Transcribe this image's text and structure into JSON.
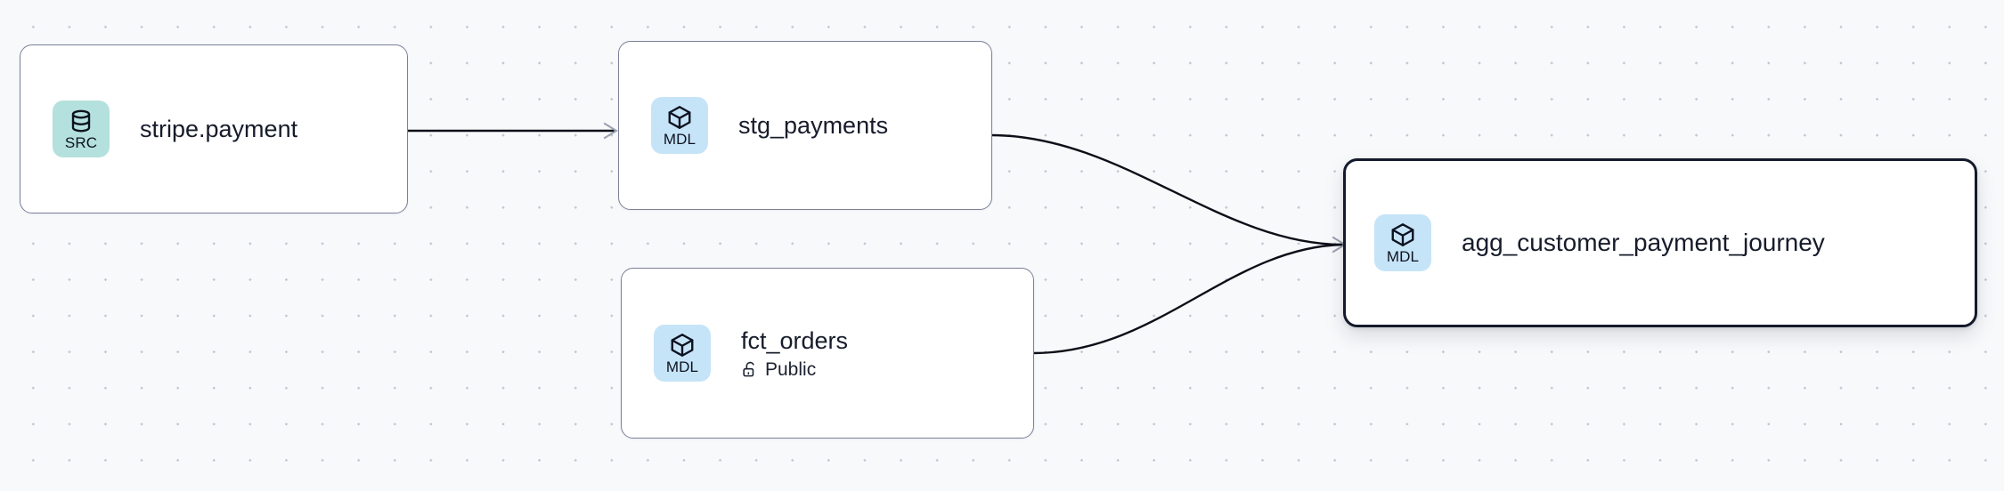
{
  "canvas": {
    "background_color": "#f7f9fb",
    "dot_color": "#c3c7d4",
    "edge_color": "#0d0f18",
    "arrow_color": "#9aa0ae"
  },
  "graph": {
    "type": "lineage-dag",
    "nodes": [
      {
        "id": "stripe_payment",
        "title": "stripe.payment",
        "badge_label": "SRC",
        "badge_icon": "database-icon",
        "badge_color": "#b4e1dd",
        "subtitle": null,
        "subtitle_icon": null,
        "selected": false
      },
      {
        "id": "stg_payments",
        "title": "stg_payments",
        "badge_label": "MDL",
        "badge_icon": "cube-icon",
        "badge_color": "#c6e4f8",
        "subtitle": null,
        "subtitle_icon": null,
        "selected": false
      },
      {
        "id": "fct_orders",
        "title": "fct_orders",
        "badge_label": "MDL",
        "badge_icon": "cube-icon",
        "badge_color": "#c6e4f8",
        "subtitle": "Public",
        "subtitle_icon": "unlock-icon",
        "selected": false
      },
      {
        "id": "agg_customer_payment_journey",
        "title": "agg_customer_payment_journey",
        "badge_label": "MDL",
        "badge_icon": "cube-icon",
        "badge_color": "#c6e4f8",
        "subtitle": null,
        "subtitle_icon": null,
        "selected": true
      }
    ],
    "edges": [
      {
        "from": "stripe_payment",
        "to": "stg_payments",
        "style": "straight-arrow"
      },
      {
        "from": "stg_payments",
        "to": "agg_customer_payment_journey",
        "style": "bezier-arrow"
      },
      {
        "from": "fct_orders",
        "to": "agg_customer_payment_journey",
        "style": "bezier-arrow"
      }
    ]
  }
}
